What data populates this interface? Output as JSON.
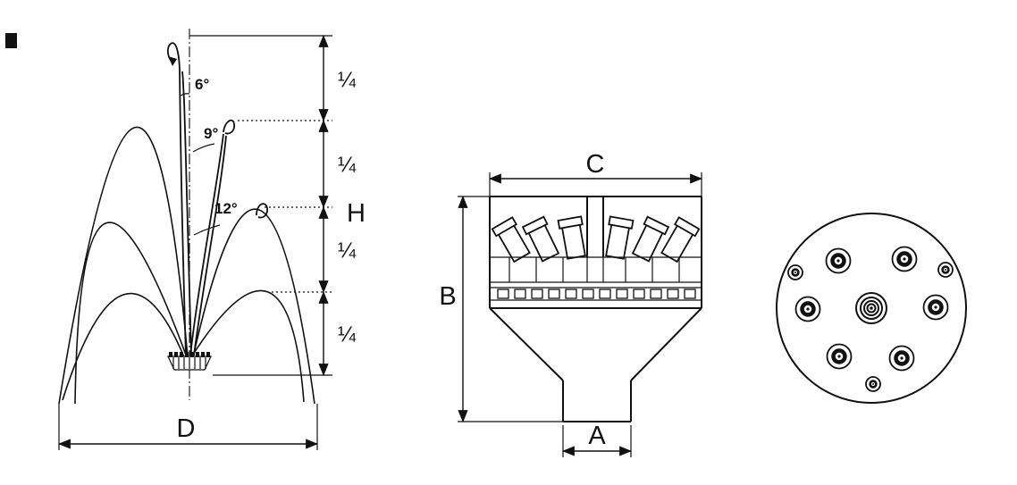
{
  "colors": {
    "ink": "#111111",
    "background": "#ffffff"
  },
  "spray_diagram": {
    "angle_labels": {
      "center": "6°",
      "middle": "9°",
      "outer": "12°"
    },
    "quarter_labels": [
      "¼",
      "¼",
      "¼",
      "¼"
    ],
    "height_label": "H",
    "diameter_label": "D"
  },
  "side_view": {
    "top_width_label": "C",
    "height_label": "B",
    "inlet_width_label": "A"
  }
}
